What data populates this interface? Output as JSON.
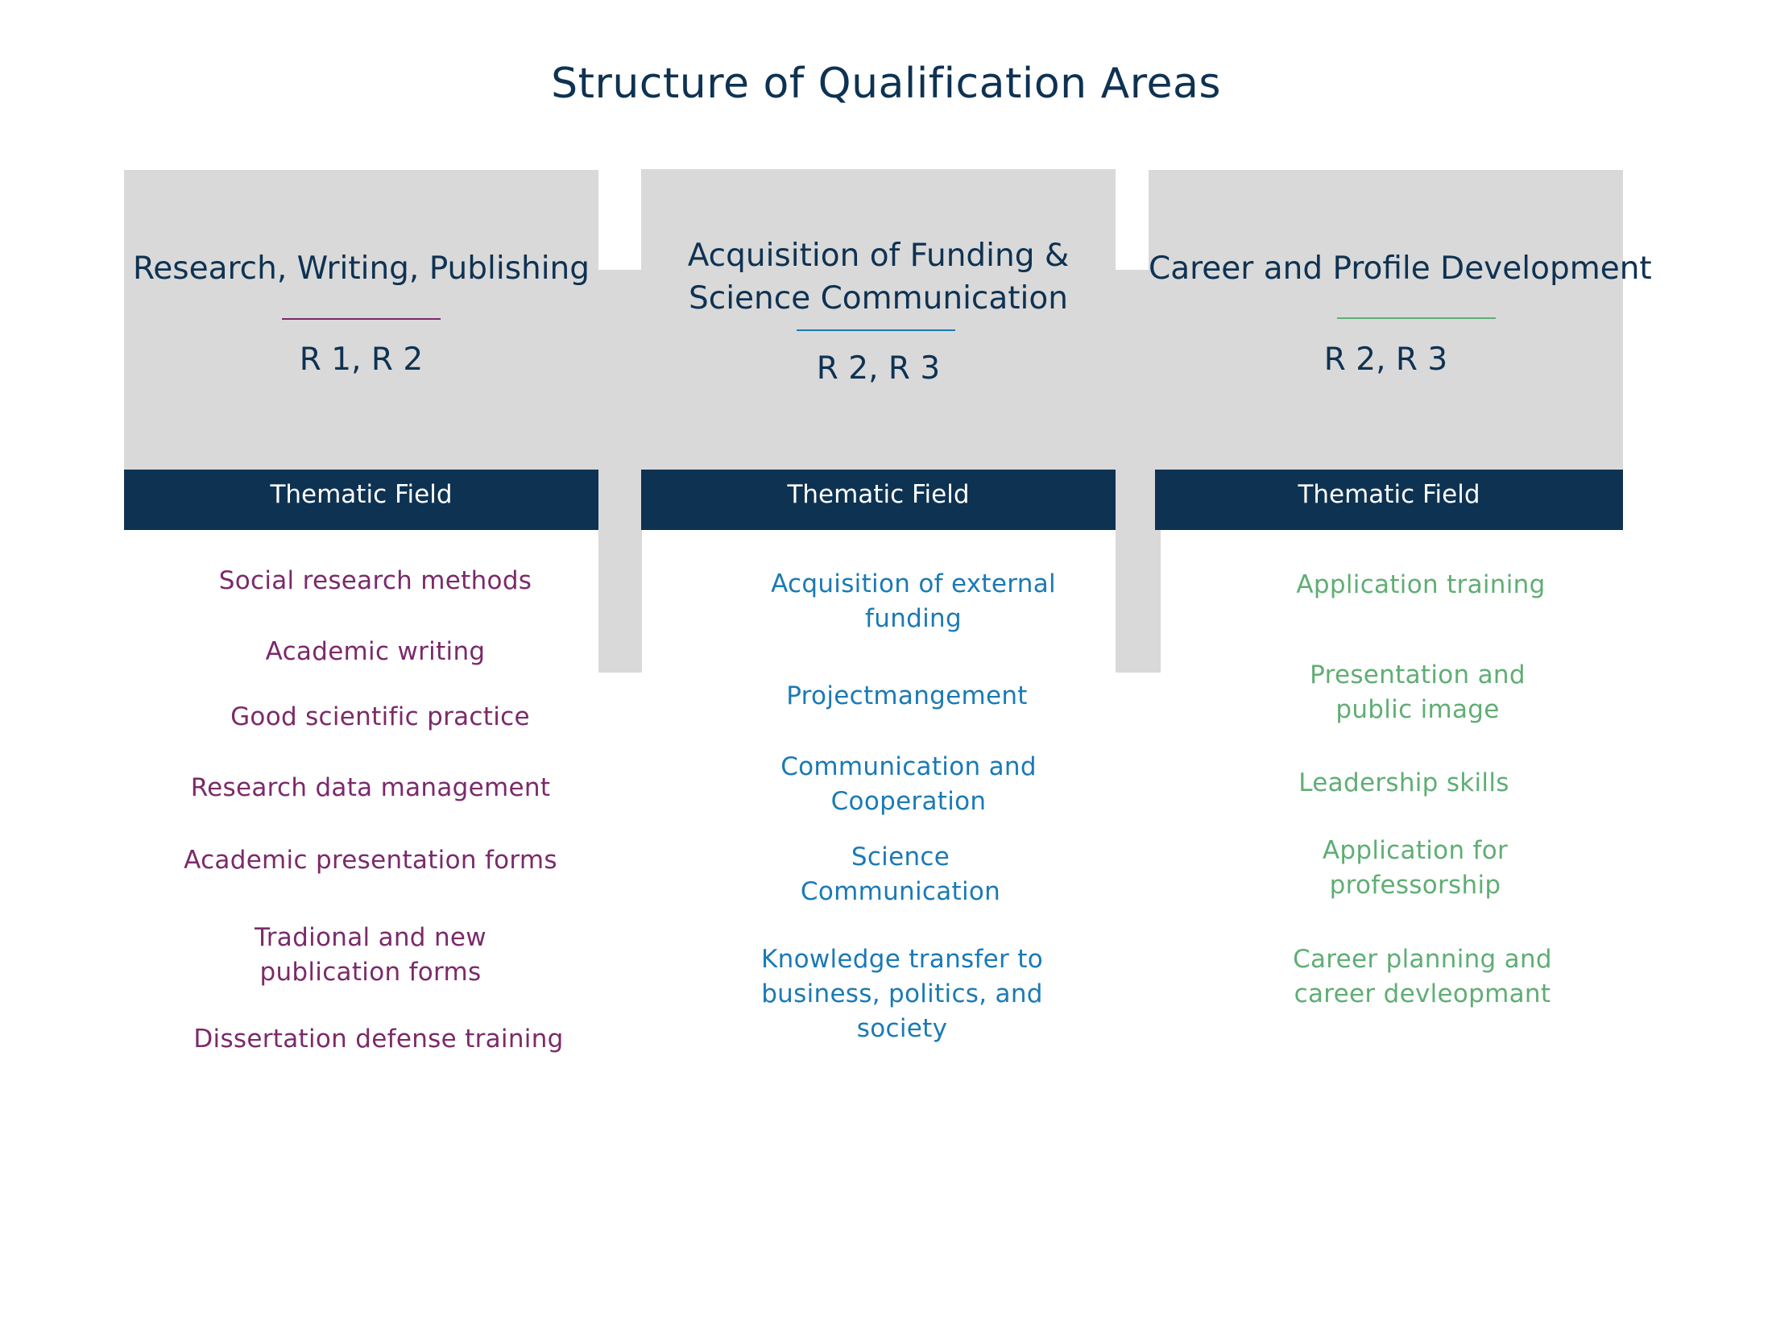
{
  "title": "Structure of Qualification Areas",
  "colors": {
    "header_bg": "#0e3252",
    "panel_bg": "#d9d9d9",
    "area1_accent": "#7b2a6a",
    "area2_accent": "#1a7ab5",
    "area3_accent": "#5fae74"
  },
  "areas": [
    {
      "title_lines": [
        "Research, Writing, Publishing"
      ],
      "r_levels": "R 1, R 2",
      "field_label": "Thematic Field",
      "items": [
        [
          "Social research methods"
        ],
        [
          "Academic writing"
        ],
        [
          "Good scientific practice"
        ],
        [
          "Research data management"
        ],
        [
          "Academic presentation forms"
        ],
        [
          "Tradional and new",
          "publication forms"
        ],
        [
          "Dissertation defense training"
        ]
      ]
    },
    {
      "title_lines": [
        "Acquisition of Funding &",
        "Science Communication"
      ],
      "r_levels": "R 2, R 3",
      "field_label": "Thematic Field",
      "items": [
        [
          "Acquisition of external",
          "funding"
        ],
        [
          "Projectmangement"
        ],
        [
          "Communication and",
          "Cooperation"
        ],
        [
          "Science",
          "Communication"
        ],
        [
          "Knowledge transfer to",
          "business, politics, and",
          "society"
        ]
      ]
    },
    {
      "title_lines": [
        "Career and Profile Development"
      ],
      "r_levels": "R 2, R 3",
      "field_label": "Thematic Field",
      "items": [
        [
          "Application training"
        ],
        [
          "Presentation and",
          "public image"
        ],
        [
          "Leadership skills"
        ],
        [
          "Application for",
          "professorship"
        ],
        [
          "Career planning and",
          "career devleopmant"
        ]
      ]
    }
  ]
}
